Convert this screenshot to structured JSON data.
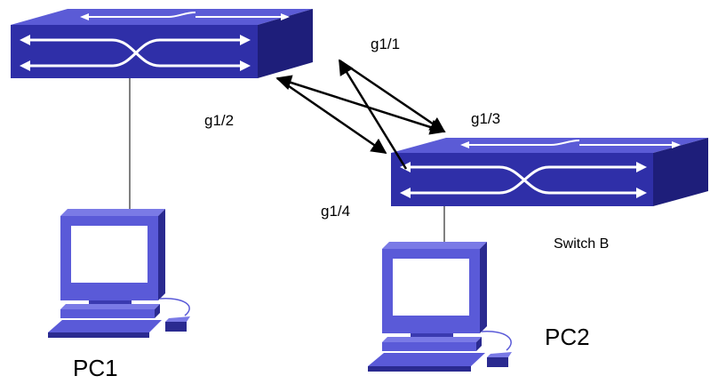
{
  "colors": {
    "switch_front": "#2f2fa8",
    "switch_top": "#5b5bd6",
    "switch_side": "#1e1e7a",
    "pc_body": "#5a5ad8",
    "pc_dark": "#2a2a90",
    "screen": "#ffffff",
    "line": "#000000"
  },
  "switch_b": {
    "label": "Switch B"
  },
  "ports": {
    "p1": "g1/1",
    "p2": "g1/2",
    "p3": "g1/3",
    "p4": "g1/4"
  },
  "pcs": {
    "pc1": "PC1",
    "pc2": "PC2"
  }
}
